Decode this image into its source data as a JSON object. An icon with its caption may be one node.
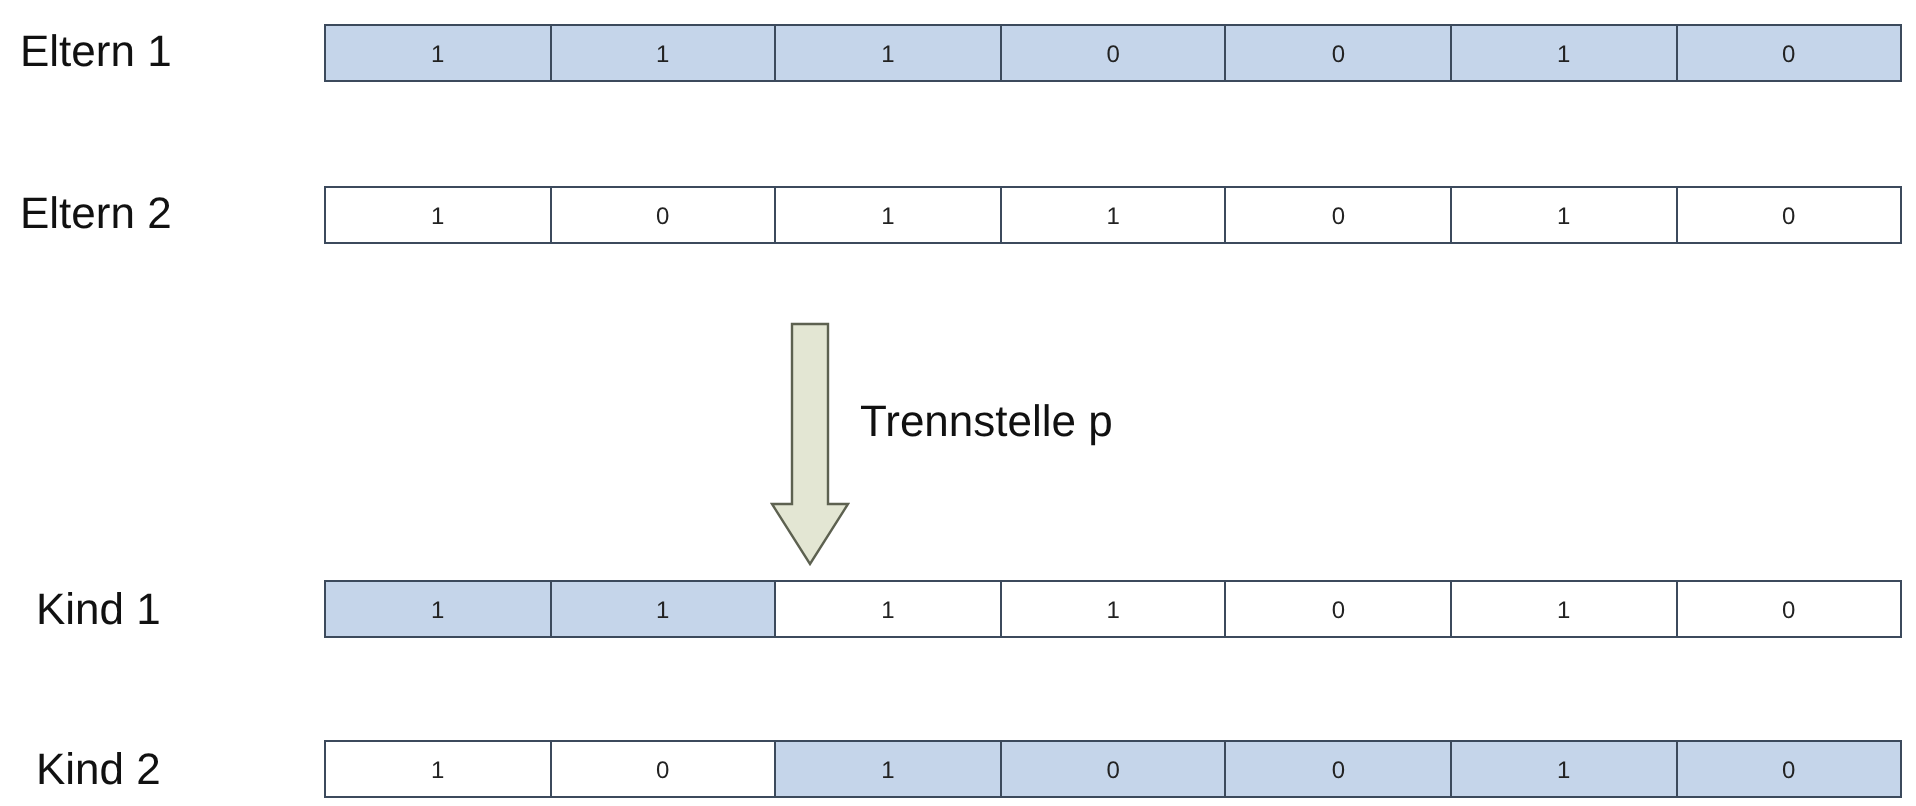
{
  "diagram": {
    "nodes": [
      {
        "text": [
          "1"
        ]
      },
      {
        "text": [
          "1"
        ]
      },
      {
        "text": [
          "1"
        ]
      },
      {
        "text": [
          "0"
        ]
      },
      {
        "text": [
          "0"
        ]
      },
      {
        "text": [
          "1"
        ]
      },
      {
        "text": [
          "0"
        ]
      },
      {
        "text": [
          "1"
        ]
      },
      {
        "text": [
          "0"
        ]
      },
      {
        "text": [
          "1"
        ]
      },
      {
        "text": [
          "1"
        ]
      },
      {
        "text": [
          "0"
        ]
      },
      {
        "text": [
          "1"
        ]
      },
      {
        "text": [
          "0"
        ]
      },
      {
        "text": [
          "1"
        ]
      },
      {
        "text": [
          "1"
        ]
      },
      {
        "text": [
          "1"
        ]
      },
      {
        "text": [
          "1"
        ]
      },
      {
        "text": [
          "0"
        ]
      },
      {
        "text": [
          "1"
        ]
      },
      {
        "text": [
          "0"
        ]
      },
      {
        "text": [
          "1"
        ]
      },
      {
        "text": [
          "0"
        ]
      },
      {
        "text": [
          "1"
        ]
      },
      {
        "text": [
          "0"
        ]
      },
      {
        "text": [
          "0"
        ]
      },
      {
        "text": [
          "1"
        ]
      },
      {
        "text": [
          "0"
        ]
      }
    ],
    "labels": [
      "Eltern 1",
      "Eltern 2",
      "Trennstelle p",
      "Kind 1",
      "Kind 2"
    ]
  }
}
